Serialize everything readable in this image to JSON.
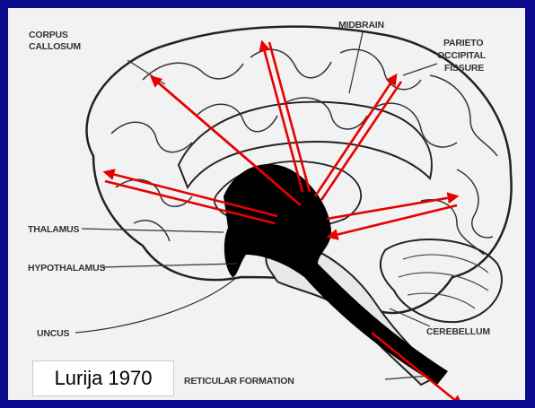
{
  "labels": {
    "corpus_callosum_1": "CORPUS",
    "corpus_callosum_2": "CALLOSUM",
    "midbrain": "MIDBRAIN",
    "parieto_1": "PARIETO",
    "parieto_2": "OCCIPITAL",
    "parieto_3": "FISSURE",
    "thalamus": "THALAMUS",
    "hypothalamus": "HYPOTHALAMUS",
    "uncus": "UNCUS",
    "cerebellum": "CEREBELLUM",
    "reticular_formation": "RETICULAR FORMATION"
  },
  "citation": "Lurija 1970",
  "colors": {
    "background": "#0a0a8c",
    "arrows": "#e60000",
    "brain_lines": "#222222",
    "reticular": "#000000"
  }
}
